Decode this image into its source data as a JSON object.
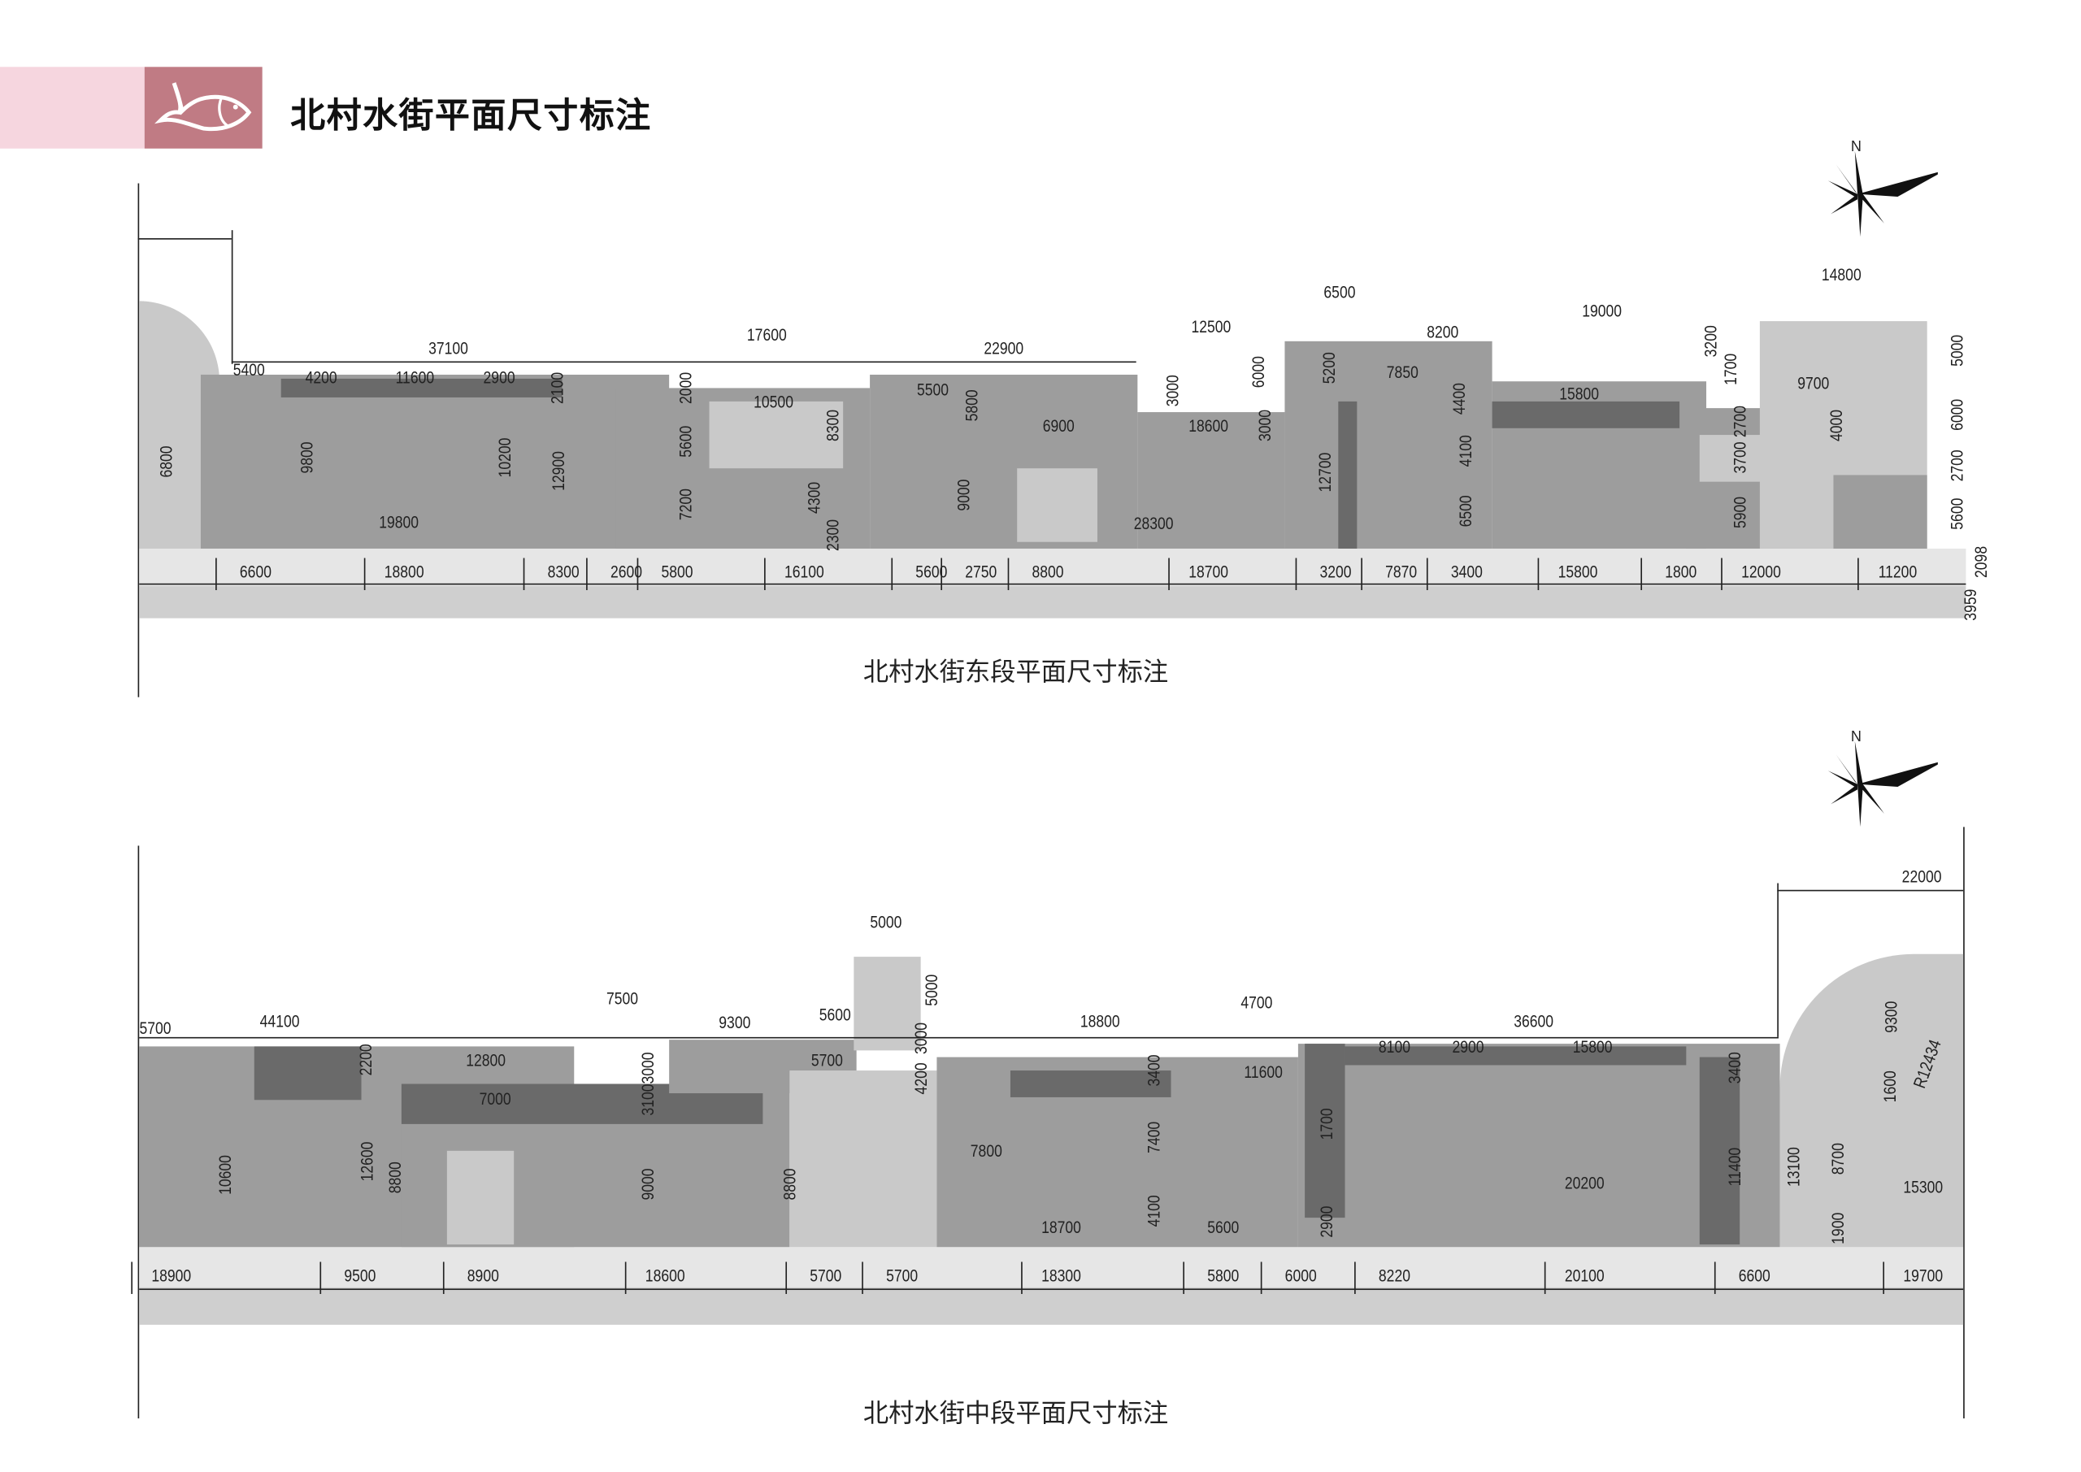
{
  "header": {
    "title": "北村水街平面尺寸标注",
    "logo_icon": "fish-icon",
    "colors": {
      "band": "#f6d6df",
      "icon_bg": "#c07b84"
    }
  },
  "plans": [
    {
      "caption": "北村水街东段平面尺寸标注",
      "compass_label": "N",
      "dims": [
        "37100",
        "17600",
        "22900",
        "12500",
        "6500",
        "8200",
        "19000",
        "14800",
        "5400",
        "4200",
        "11600",
        "2900",
        "2100",
        "2000",
        "10500",
        "8300",
        "5500",
        "5800",
        "6900",
        "18600",
        "3000",
        "6000",
        "3000",
        "5200",
        "7850",
        "4400",
        "15800",
        "3200",
        "1700",
        "9700",
        "5000",
        "6000",
        "4000",
        "2700",
        "3700",
        "2700",
        "5600",
        "2098",
        "3959",
        "6800",
        "9800",
        "10200",
        "12900",
        "5600",
        "7200",
        "4300",
        "2300",
        "9000",
        "12700",
        "4100",
        "6500",
        "5900",
        "19800",
        "28300"
      ],
      "bottom_dims": [
        "6600",
        "18800",
        "8300",
        "2600",
        "5800",
        "16100",
        "5600",
        "2750",
        "8800",
        "18700",
        "3200",
        "7870",
        "3400",
        "15800",
        "1800",
        "12000",
        "11200"
      ]
    },
    {
      "caption": "北村水街中段平面尺寸标注",
      "compass_label": "N",
      "dims": [
        "5000",
        "5000",
        "7500",
        "5700",
        "44100",
        "9300",
        "5600",
        "18800",
        "4700",
        "36600",
        "22000",
        "3000",
        "12800",
        "2200",
        "5700",
        "31003000",
        "8100",
        "2900",
        "15800",
        "11600",
        "3400",
        "3400",
        "9300",
        "7000",
        "4200",
        "1600",
        "R12434",
        "1700",
        "10600",
        "12600",
        "8800",
        "9000",
        "8800",
        "7800",
        "7400",
        "13100",
        "8700",
        "11400",
        "20200",
        "15300",
        "18700",
        "4100",
        "5600",
        "2900",
        "1900"
      ],
      "bottom_dims": [
        "18900",
        "9500",
        "8900",
        "18600",
        "5700",
        "5700",
        "18300",
        "5800",
        "6000",
        "8220",
        "20100",
        "6600",
        "19700"
      ]
    }
  ]
}
